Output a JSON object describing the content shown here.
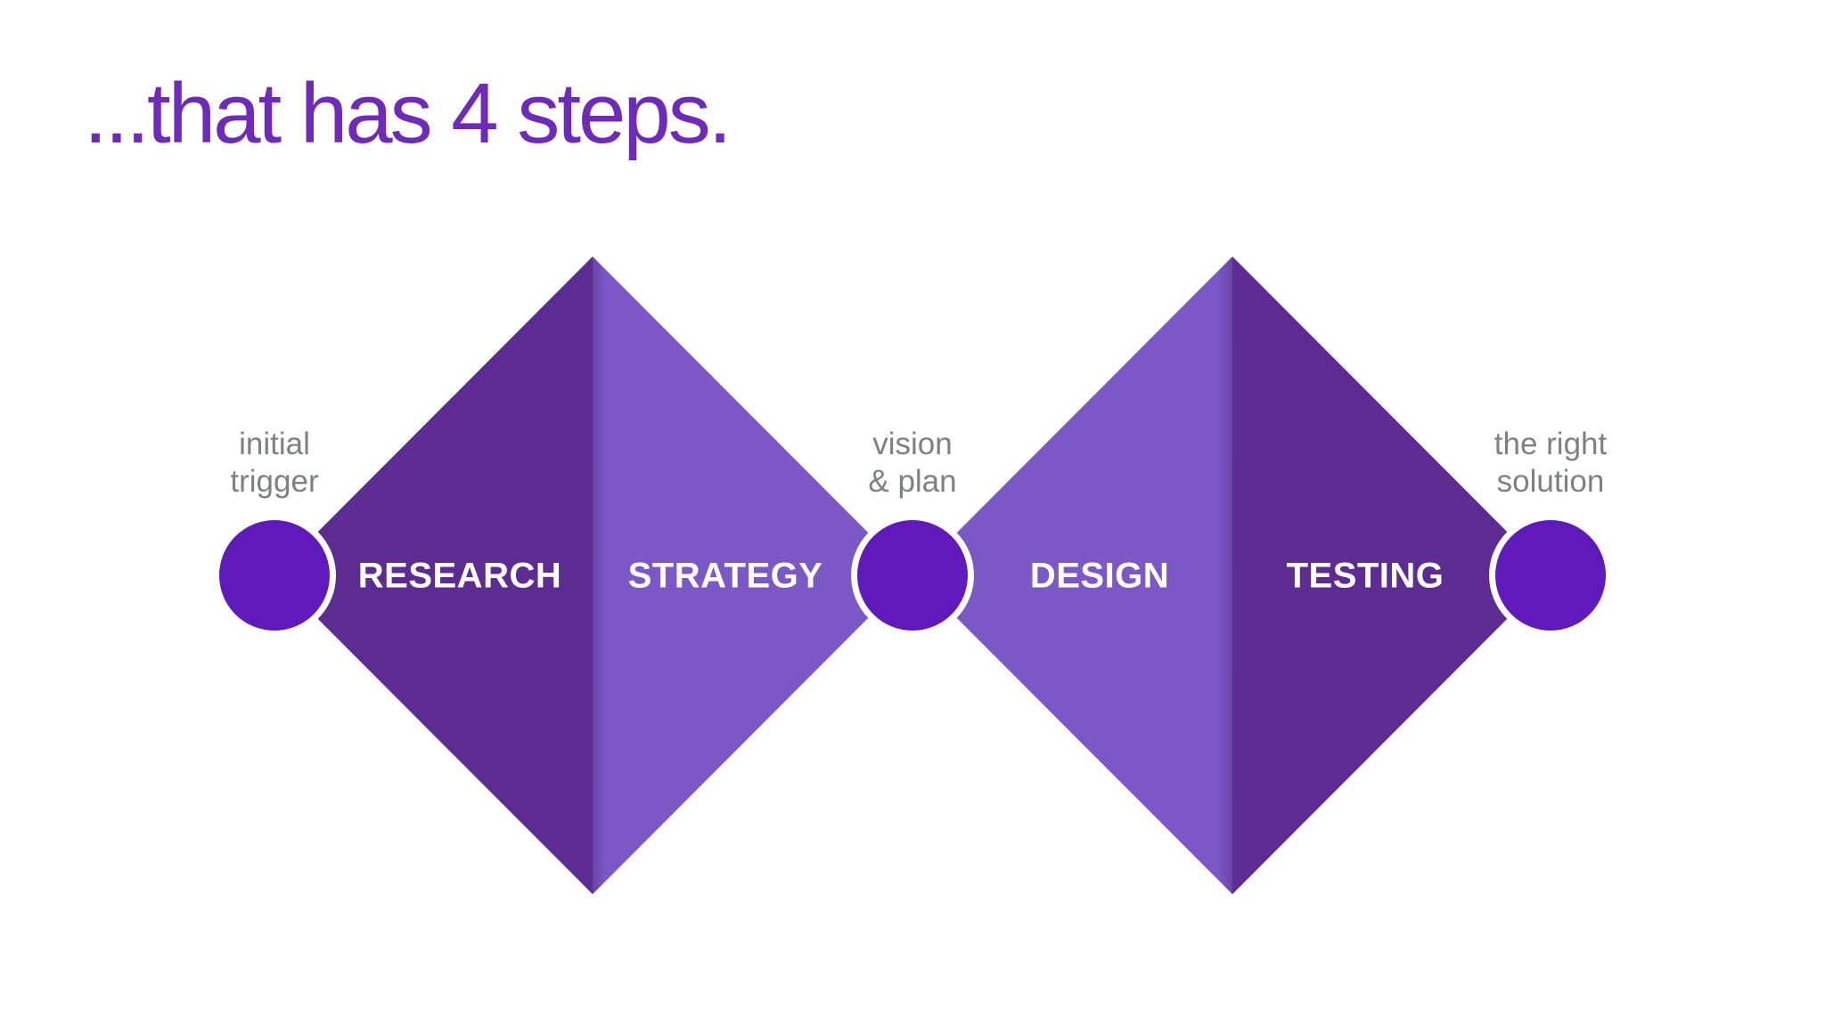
{
  "slide": {
    "title": "...that has 4 steps."
  },
  "diagram": {
    "steps": [
      {
        "label": "RESEARCH"
      },
      {
        "label": "STRATEGY"
      },
      {
        "label": "DESIGN"
      },
      {
        "label": "TESTING"
      }
    ],
    "milestones": [
      {
        "line1": "initial",
        "line2": "trigger"
      },
      {
        "line1": "vision",
        "line2": "& plan"
      },
      {
        "line1": "the right",
        "line2": "solution"
      }
    ]
  },
  "colors": {
    "background": "#ffffff",
    "title-text": "#6e2ab8",
    "diamond-dark": "#5c2c93",
    "diamond-light": "#7c57c6",
    "node-fill": "#6019bb",
    "node-ring": "#ffffff",
    "milestone-text": "#7e8083",
    "step-text": "#ffffff"
  }
}
